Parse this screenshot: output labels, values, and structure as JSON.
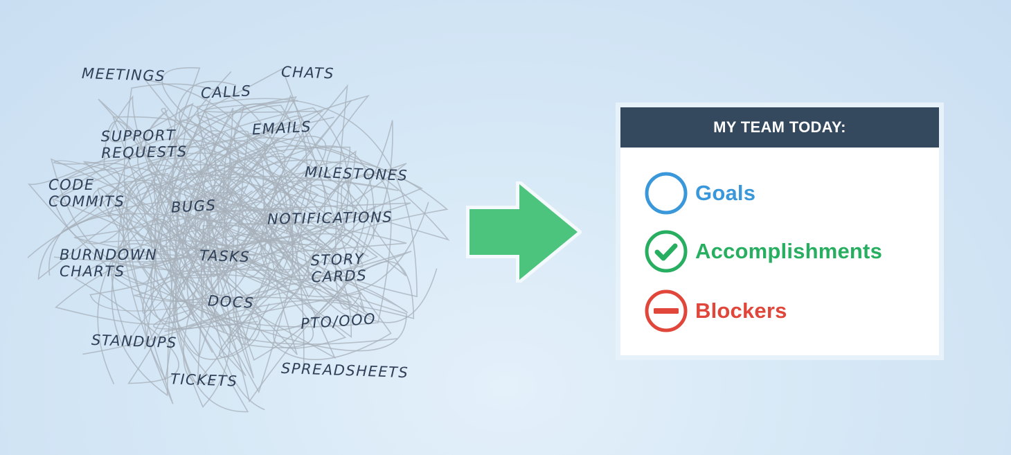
{
  "chaos_words": [
    {
      "lines": [
        "Meetings"
      ]
    },
    {
      "lines": [
        "Calls"
      ]
    },
    {
      "lines": [
        "Chats"
      ]
    },
    {
      "lines": [
        "Emails"
      ]
    },
    {
      "lines": [
        "Support",
        "Requests"
      ]
    },
    {
      "lines": [
        "Milestones"
      ]
    },
    {
      "lines": [
        "Code",
        "Commits"
      ]
    },
    {
      "lines": [
        "Bugs"
      ]
    },
    {
      "lines": [
        "Notifications"
      ]
    },
    {
      "lines": [
        "Burndown",
        "Charts"
      ]
    },
    {
      "lines": [
        "Tasks"
      ]
    },
    {
      "lines": [
        "Story",
        "Cards"
      ]
    },
    {
      "lines": [
        "Docs"
      ]
    },
    {
      "lines": [
        "PTO/OOO"
      ]
    },
    {
      "lines": [
        "Standups"
      ]
    },
    {
      "lines": [
        "Spreadsheets"
      ]
    },
    {
      "lines": [
        "Tickets"
      ]
    }
  ],
  "card": {
    "title": "MY TEAM TODAY:",
    "items": [
      {
        "label": "Goals",
        "icon": "empty-circle-icon",
        "color": "#3a97d9"
      },
      {
        "label": "Accomplishments",
        "icon": "check-circle-icon",
        "color": "#27ae60"
      },
      {
        "label": "Blockers",
        "icon": "minus-circle-icon",
        "color": "#e0463a"
      }
    ]
  },
  "colors": {
    "arrow": "#4dc47d",
    "card_header": "#34495e",
    "scribble": "#a7b0ba",
    "word": "#2f3f57"
  }
}
